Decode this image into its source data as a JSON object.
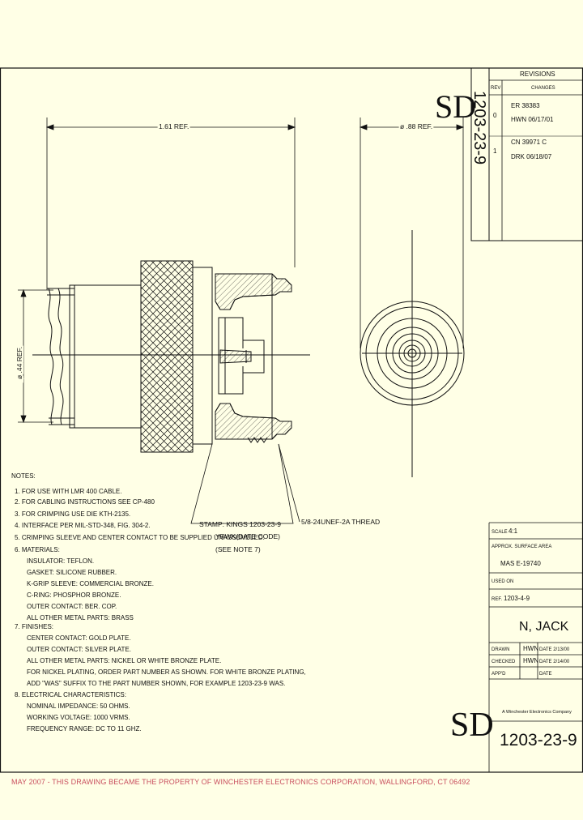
{
  "revisions": {
    "title": "REVISIONS",
    "col_rev": "REV",
    "col_changes": "CHANGES",
    "rows": [
      {
        "rev": "0",
        "line1": "ER  38383",
        "line2": "HWN 06/17/01"
      },
      {
        "rev": "1",
        "line1": "CN  39971  C",
        "line2": "DRK 06/18/07"
      }
    ]
  },
  "sd_logo_top": "SD",
  "part_number_vertical": "1203-23-9",
  "dimensions": {
    "length": "1.61 REF.",
    "diameter_front": "ø .88 REF.",
    "diameter_side": "ø .44 REF."
  },
  "callouts": {
    "thread": "5/8-24UNEF-2A THREAD",
    "stamp_line1": "STAMP: KINGS 1203-23-9",
    "stamp_line2": "YRWK(DATE CODE)",
    "stamp_line3": "(SEE NOTE 7)"
  },
  "notes": {
    "heading": "NOTES:",
    "items": [
      "1. FOR USE WITH LMR 400 CABLE.",
      "2. FOR CABLING INSTRUCTIONS SEE CP-480",
      "3. FOR CRIMPING USE DIE KTH-2135.",
      "4. INTERFACE PER MIL-STD-348, FIG. 304-2.",
      "5. CRIMPING SLEEVE AND CENTER CONTACT TO BE SUPPLIED UNASSEMBLED.",
      "6. MATERIALS:",
      "INSULATOR: TEFLON.",
      "GASKET: SILICONE RUBBER.",
      "K-GRIP SLEEVE: COMMERCIAL BRONZE.",
      "C-RING: PHOSPHOR BRONZE.",
      "OUTER CONTACT: BER. COP.",
      "ALL OTHER METAL PARTS: BRASS",
      "7. FINISHES:",
      "CENTER CONTACT: GOLD PLATE.",
      "OUTER CONTACT: SILVER PLATE.",
      "ALL OTHER METAL PARTS: NICKEL OR WHITE BRONZE PLATE.",
      "FOR NICKEL PLATING, ORDER PART NUMBER AS SHOWN.  FOR WHITE BRONZE PLATING,",
      "ADD \"WAS\" SUFFIX TO THE PART NUMBER SHOWN, FOR EXAMPLE 1203-23-9 WAS.",
      "8. ELECTRICAL CHARACTERISTICS:",
      "NOMINAL IMPEDANCE: 50 OHMS.",
      "WORKING VOLTAGE: 1000 VRMS.",
      "FREQUENCY RANGE: DC TO 11 GHZ."
    ]
  },
  "title_block": {
    "scale_label": "SCALE",
    "scale_value": "4:1",
    "applic_label": "APPROX. SURFACE AREA",
    "spec": "MAS E-19740",
    "used_on_label": "USED ON",
    "ref_label": "REF.",
    "ref_value": "1203-4-9",
    "description": "N, JACK",
    "drawn_label": "DRAWN",
    "drawn_by": "HWN",
    "drawn_date": "DATE 2/13/00",
    "checked_label": "CHECKED",
    "checked_by": "HWN",
    "checked_date": "DATE 2/14/00",
    "approved_label": "APP'D",
    "approved_date": "DATE",
    "sd_logo": "SD",
    "company_line": "A Winchester Electronics Company",
    "drawing_number": "1203-23-9"
  },
  "footer_notice": "MAY 2007 - THIS DRAWING BECAME THE PROPERTY OF WINCHESTER ELECTRONICS CORPORATION, WALLINGFORD, CT 06492",
  "colors": {
    "background": "#ffffe6",
    "line": "#111111",
    "footer": "#c94f5f"
  }
}
